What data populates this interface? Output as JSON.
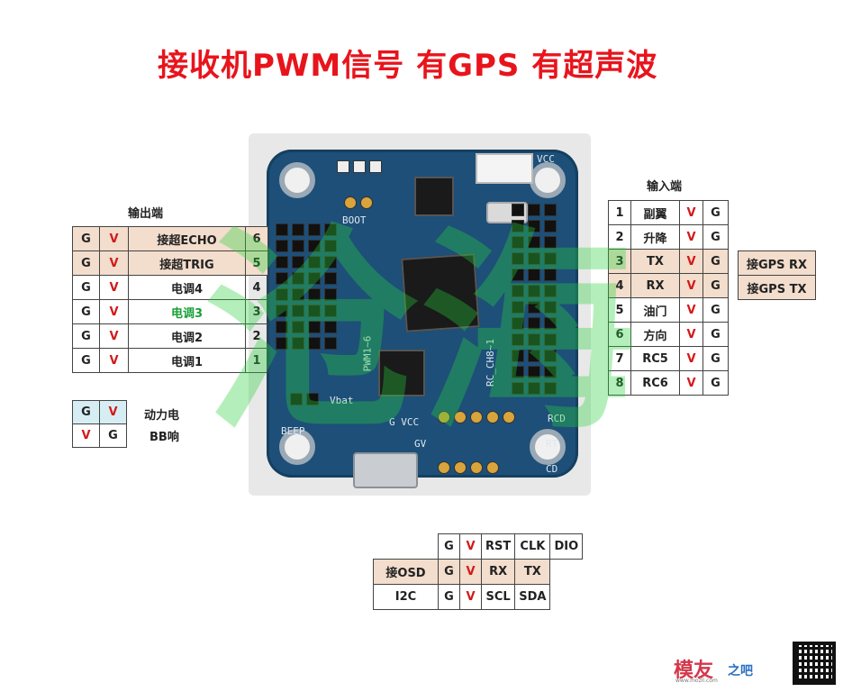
{
  "title": "接收机PWM信号  有GPS  有超声波",
  "watermark": "沧海",
  "board": {
    "boot_label": "BOOT",
    "vcc_label": "VCC",
    "pwm_label": "PWM1~6",
    "beep_label": "BEEP",
    "vbat_label": "Vbat",
    "gvcc_label": "G VCC",
    "rc_label": "RC_CH8~1",
    "rcd_label": "RCD",
    "rt_label": "RT",
    "cd_label": "CD",
    "gv_label": "GV"
  },
  "output": {
    "caption": "输出端",
    "rows": [
      {
        "g": "G",
        "v": "V",
        "label": "接超ECHO",
        "num": "6",
        "highlight": true
      },
      {
        "g": "G",
        "v": "V",
        "label": "接超TRIG",
        "num": "5",
        "highlight": true
      },
      {
        "g": "G",
        "v": "V",
        "label": "电调4",
        "num": "4",
        "highlight": false
      },
      {
        "g": "G",
        "v": "V",
        "label": "电调3",
        "num": "3",
        "highlight": false
      },
      {
        "g": "G",
        "v": "V",
        "label": "电调2",
        "num": "2",
        "highlight": false
      },
      {
        "g": "G",
        "v": "V",
        "label": "电调1",
        "num": "1",
        "highlight": false
      }
    ]
  },
  "power": {
    "rows": [
      {
        "a": "G",
        "b": "V",
        "label": "动力电"
      },
      {
        "a": "V",
        "b": "G",
        "label": "BB响"
      }
    ]
  },
  "input": {
    "caption": "输入端",
    "rows": [
      {
        "num": "1",
        "label": "副翼",
        "v": "V",
        "g": "G",
        "highlight": false
      },
      {
        "num": "2",
        "label": "升降",
        "v": "V",
        "g": "G",
        "highlight": false
      },
      {
        "num": "3",
        "label": "TX",
        "v": "V",
        "g": "G",
        "highlight": true
      },
      {
        "num": "4",
        "label": "RX",
        "v": "V",
        "g": "G",
        "highlight": true
      },
      {
        "num": "5",
        "label": "油门",
        "v": "V",
        "g": "G",
        "highlight": false
      },
      {
        "num": "6",
        "label": "方向",
        "v": "V",
        "g": "G",
        "highlight": false
      },
      {
        "num": "7",
        "label": "RC5",
        "v": "V",
        "g": "G",
        "highlight": false
      },
      {
        "num": "8",
        "label": "RC6",
        "v": "V",
        "g": "G",
        "highlight": false
      }
    ]
  },
  "gps": {
    "rows": [
      "接GPS RX",
      "接GPS TX"
    ]
  },
  "osd": {
    "header": [
      "G",
      "V",
      "RST",
      "CLK",
      "DIO"
    ],
    "rows": [
      {
        "label": "接OSD",
        "cells": [
          "G",
          "V",
          "RX",
          "TX"
        ]
      },
      {
        "label": "I2C",
        "cells": [
          "G",
          "V",
          "SCL",
          "SDA"
        ]
      }
    ]
  },
  "logo": {
    "main": "模友",
    "sub": "之吧",
    "url": "www.mozll.com"
  },
  "colors": {
    "title": "#e8141c",
    "voltage": "#d21a1a",
    "highlight": "#f3ddcc",
    "watermark": "#28d23c"
  }
}
